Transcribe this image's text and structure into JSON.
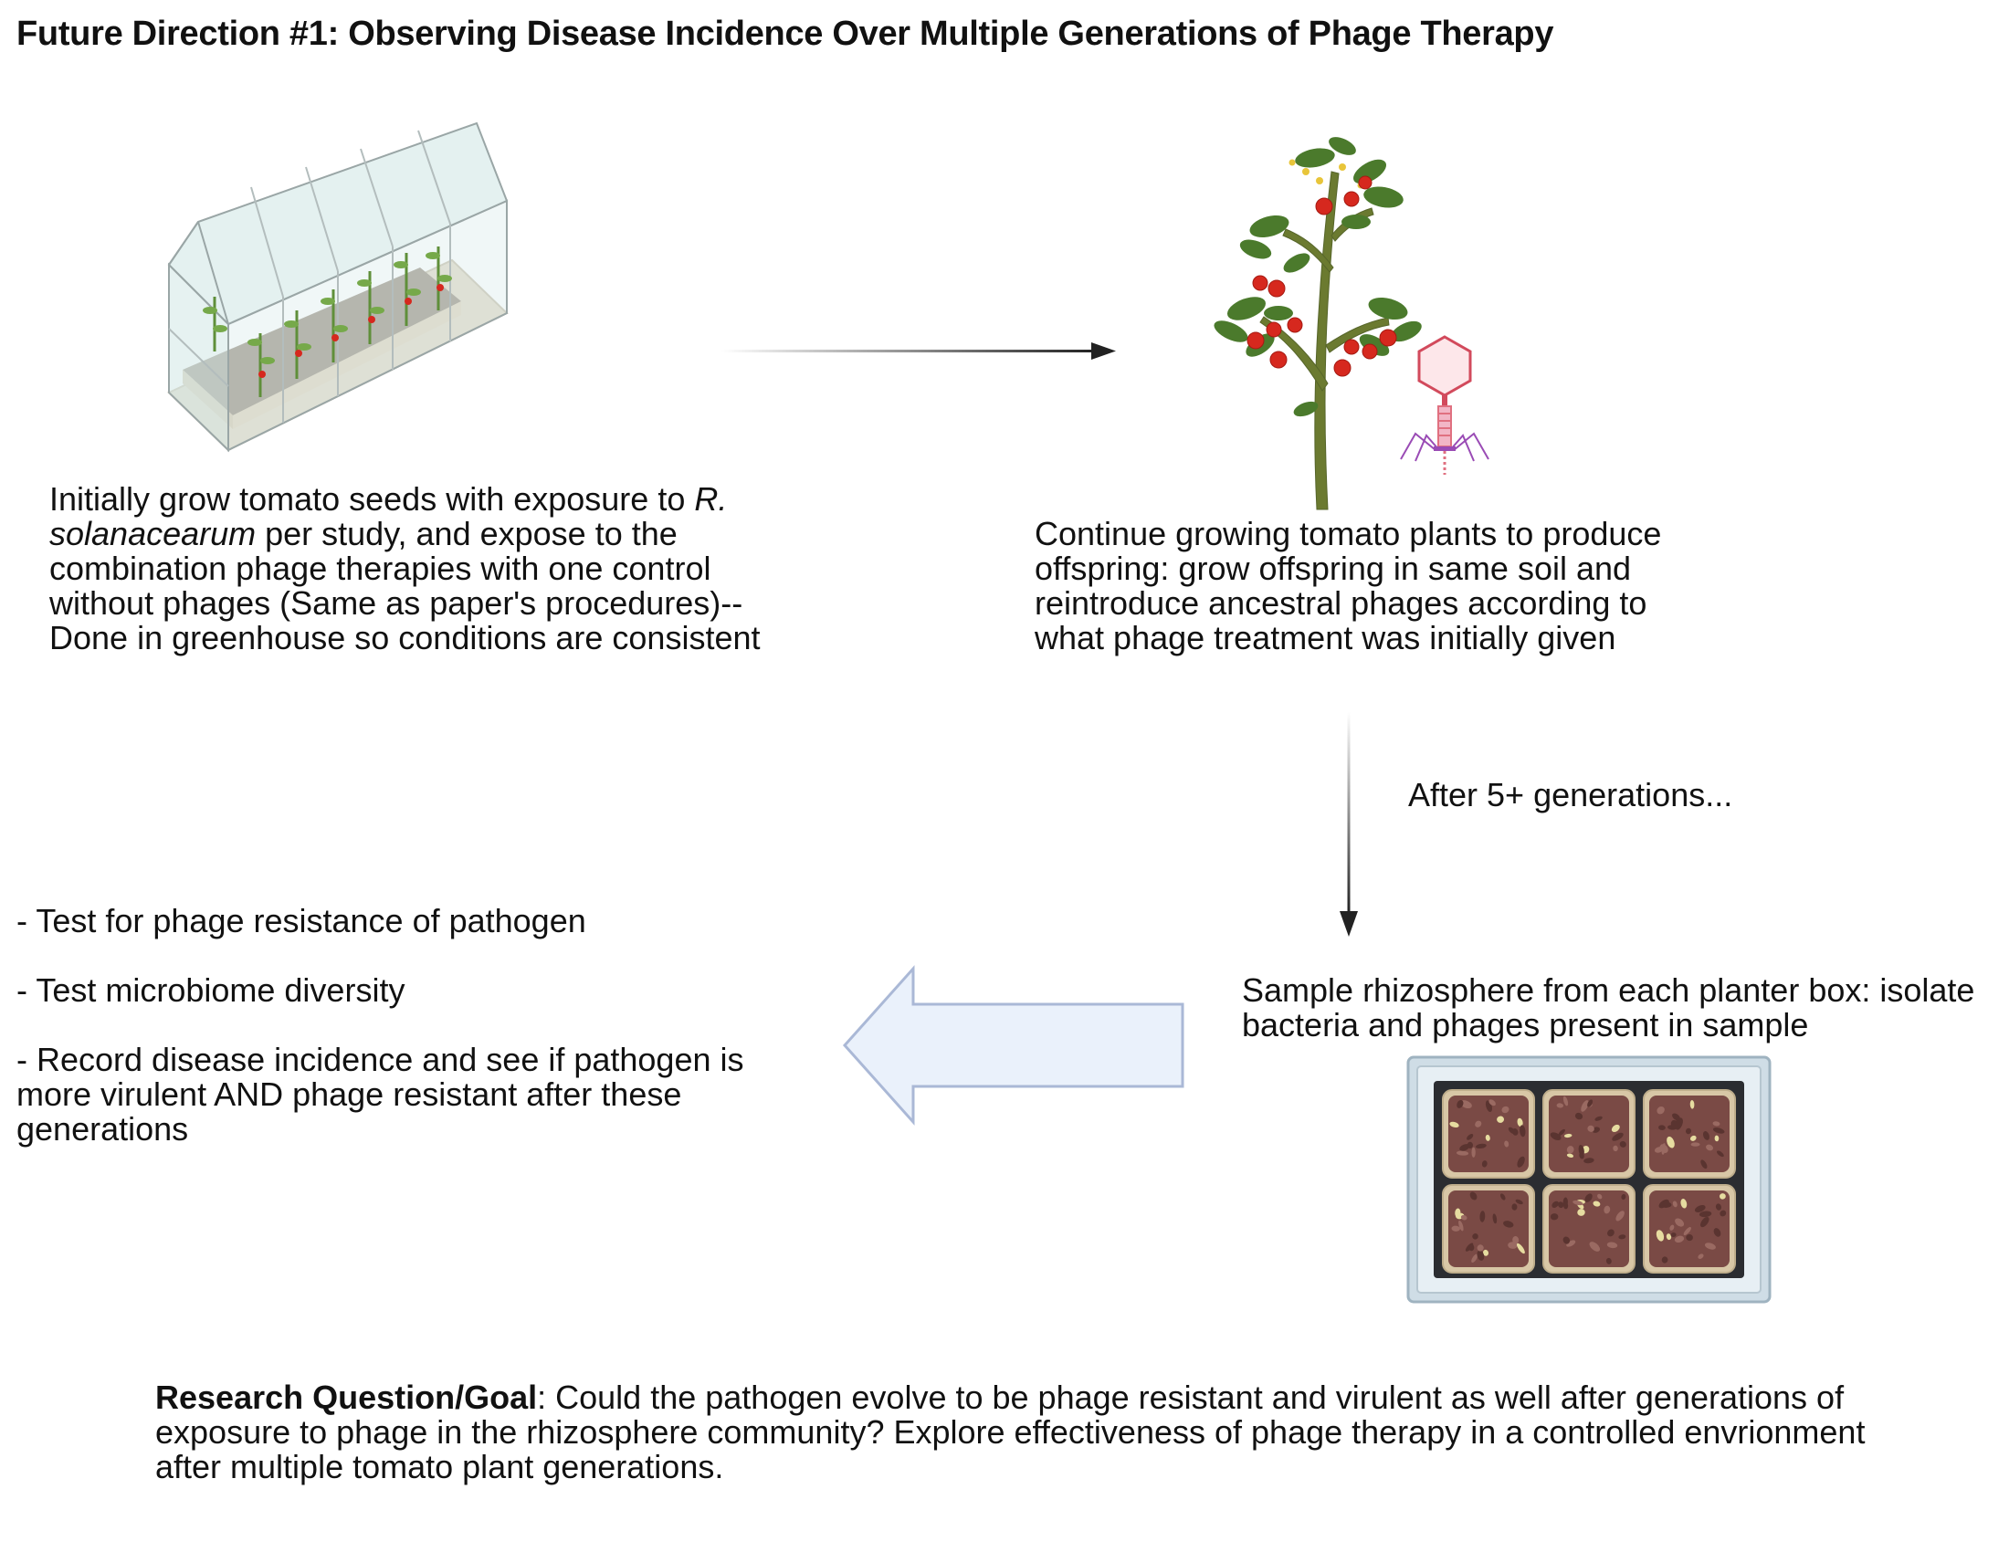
{
  "title": "Future Direction #1: Observing Disease Incidence Over Multiple Generations of Phage Therapy",
  "step1": {
    "part1": "Initially grow tomato seeds with exposure to ",
    "organism": "R. solanacearum",
    "part2": " per study, and expose to the combination phage therapies with one control without phages (Same as paper's procedures)-- Done in greenhouse so conditions are consistent"
  },
  "step2": {
    "text": "Continue growing tomato plants to produce offspring: grow offspring in same soil and reintroduce ancestral phages according to what phage treatment was initially given"
  },
  "generations_label": "After 5+ generations...",
  "sample": {
    "text": "Sample rhizosphere from each planter box: isolate bacteria and phages present in sample"
  },
  "tests": [
    "- Test for phage resistance of pathogen",
    "- Test microbiome diversity",
    "- Record disease incidence and see if pathogen is more virulent AND phage resistant after these generations"
  ],
  "goal": {
    "label": "Research Question/Goal",
    "text": ": Could the pathogen evolve to be phage resistant and virulent as well after generations of exposure to phage in the  rhizosphere community? Explore effectiveness of phage therapy in a controlled envrionment after multiple tomato plant generations."
  },
  "icons": [
    "greenhouse-icon",
    "tomato-plant-icon",
    "bacteriophage-icon",
    "soil-tray-icon"
  ],
  "colors": {
    "tomato_red": "#d6281e",
    "leaf_green": "#4b7a2c",
    "phage_pink": "#e07080",
    "phage_purple": "#9a4bb5",
    "big_arrow_fill": "#eaf1fb",
    "big_arrow_stroke": "#aab8d6",
    "tray_frame": "#cfdde6",
    "soil": "#7a4a45"
  }
}
